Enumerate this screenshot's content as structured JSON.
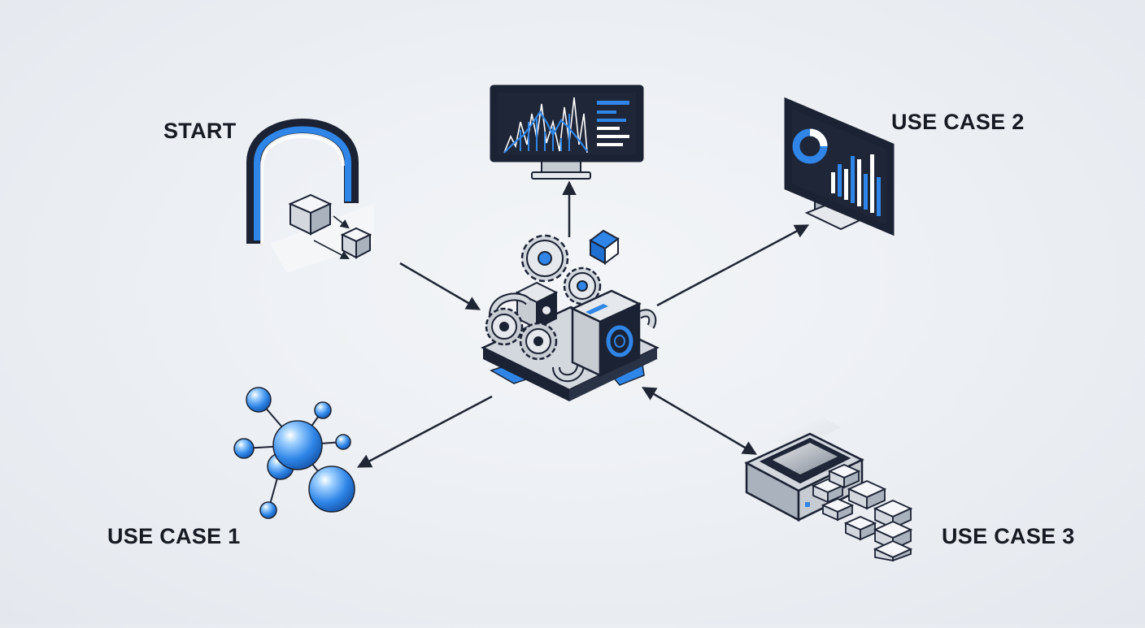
{
  "labels": {
    "start": "START",
    "use_case_1": "USE CASE 1",
    "use_case_2": "USE CASE 2",
    "use_case_3": "USE CASE 3"
  },
  "colors": {
    "background": "#eceff3",
    "accent_blue": "#2f86e8",
    "dark_navy": "#1b2233",
    "gray_metal": "#c7ccd3",
    "arrow": "#1f2533"
  },
  "icons": {
    "start": "archway-with-boxes-icon",
    "center": "gear-processing-hub-icon",
    "top": "analytics-monitor-icon",
    "use_case_1": "network-molecule-icon",
    "use_case_2": "dashboard-monitor-icon",
    "use_case_3": "storage-device-with-blocks-icon"
  }
}
